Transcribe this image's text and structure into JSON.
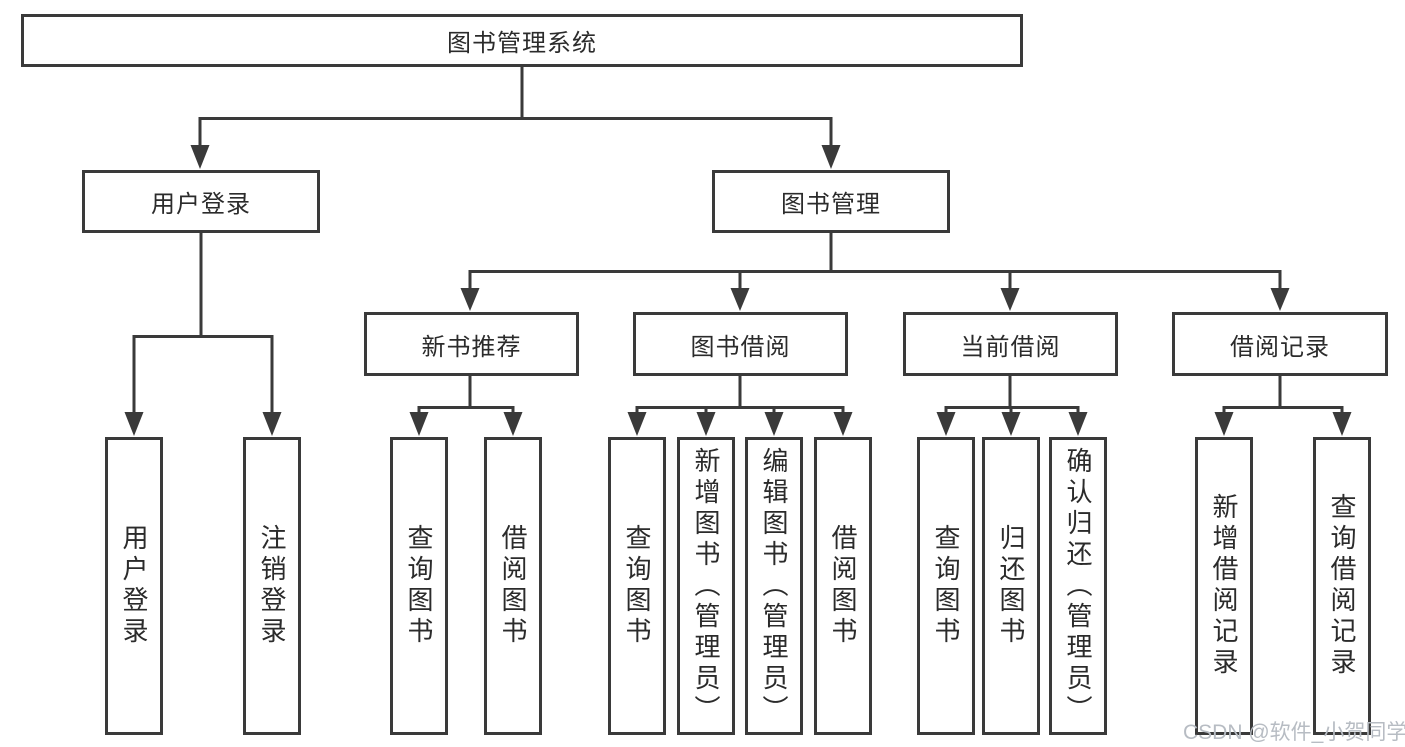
{
  "diagram": {
    "root": {
      "label": "图书管理系统"
    },
    "level2": [
      {
        "label": "用户登录"
      },
      {
        "label": "图书管理"
      }
    ],
    "level3": [
      {
        "label": "新书推荐"
      },
      {
        "label": "图书借阅"
      },
      {
        "label": "当前借阅"
      },
      {
        "label": "借阅记录"
      }
    ],
    "leaves": [
      {
        "label": "用户登录"
      },
      {
        "label": "注销登录"
      },
      {
        "label": "查询图书"
      },
      {
        "label": "借阅图书"
      },
      {
        "label": "查询图书"
      },
      {
        "label": "新增图书（管理员）"
      },
      {
        "label": "编辑图书（管理员）"
      },
      {
        "label": "借阅图书"
      },
      {
        "label": "查询图书"
      },
      {
        "label": "归还图书"
      },
      {
        "label": "确认归还（管理员）"
      },
      {
        "label": "新增借阅记录"
      },
      {
        "label": "查询借阅记录"
      }
    ]
  },
  "watermark": {
    "text": "CSDN @软件_小贺同学"
  },
  "colors": {
    "line": "#3a3a3a",
    "text": "#2b2b2b",
    "watermark": "#b7bcc3",
    "background": "#ffffff"
  }
}
